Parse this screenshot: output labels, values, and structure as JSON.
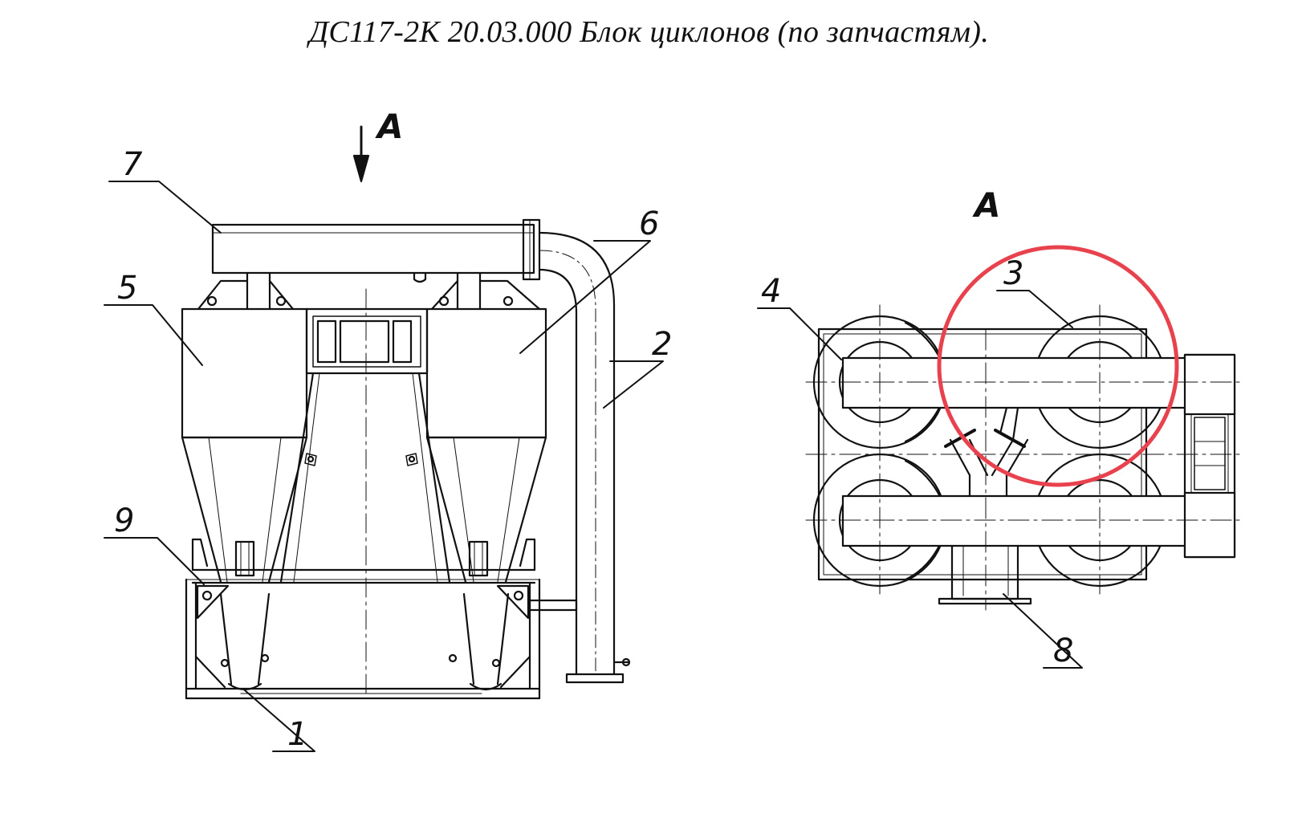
{
  "title": "ДС117-2К 20.03.000 Блок циклонов (по запчастям).",
  "view_marker": "А",
  "view_label": "А",
  "callouts": {
    "c1": "1",
    "c2": "2",
    "c3": "3",
    "c4": "4",
    "c5": "5",
    "c6": "6",
    "c7": "7",
    "c8": "8",
    "c9": "9"
  },
  "colors": {
    "line": "#111111",
    "highlight": "#e8424e",
    "background": "#ffffff"
  }
}
